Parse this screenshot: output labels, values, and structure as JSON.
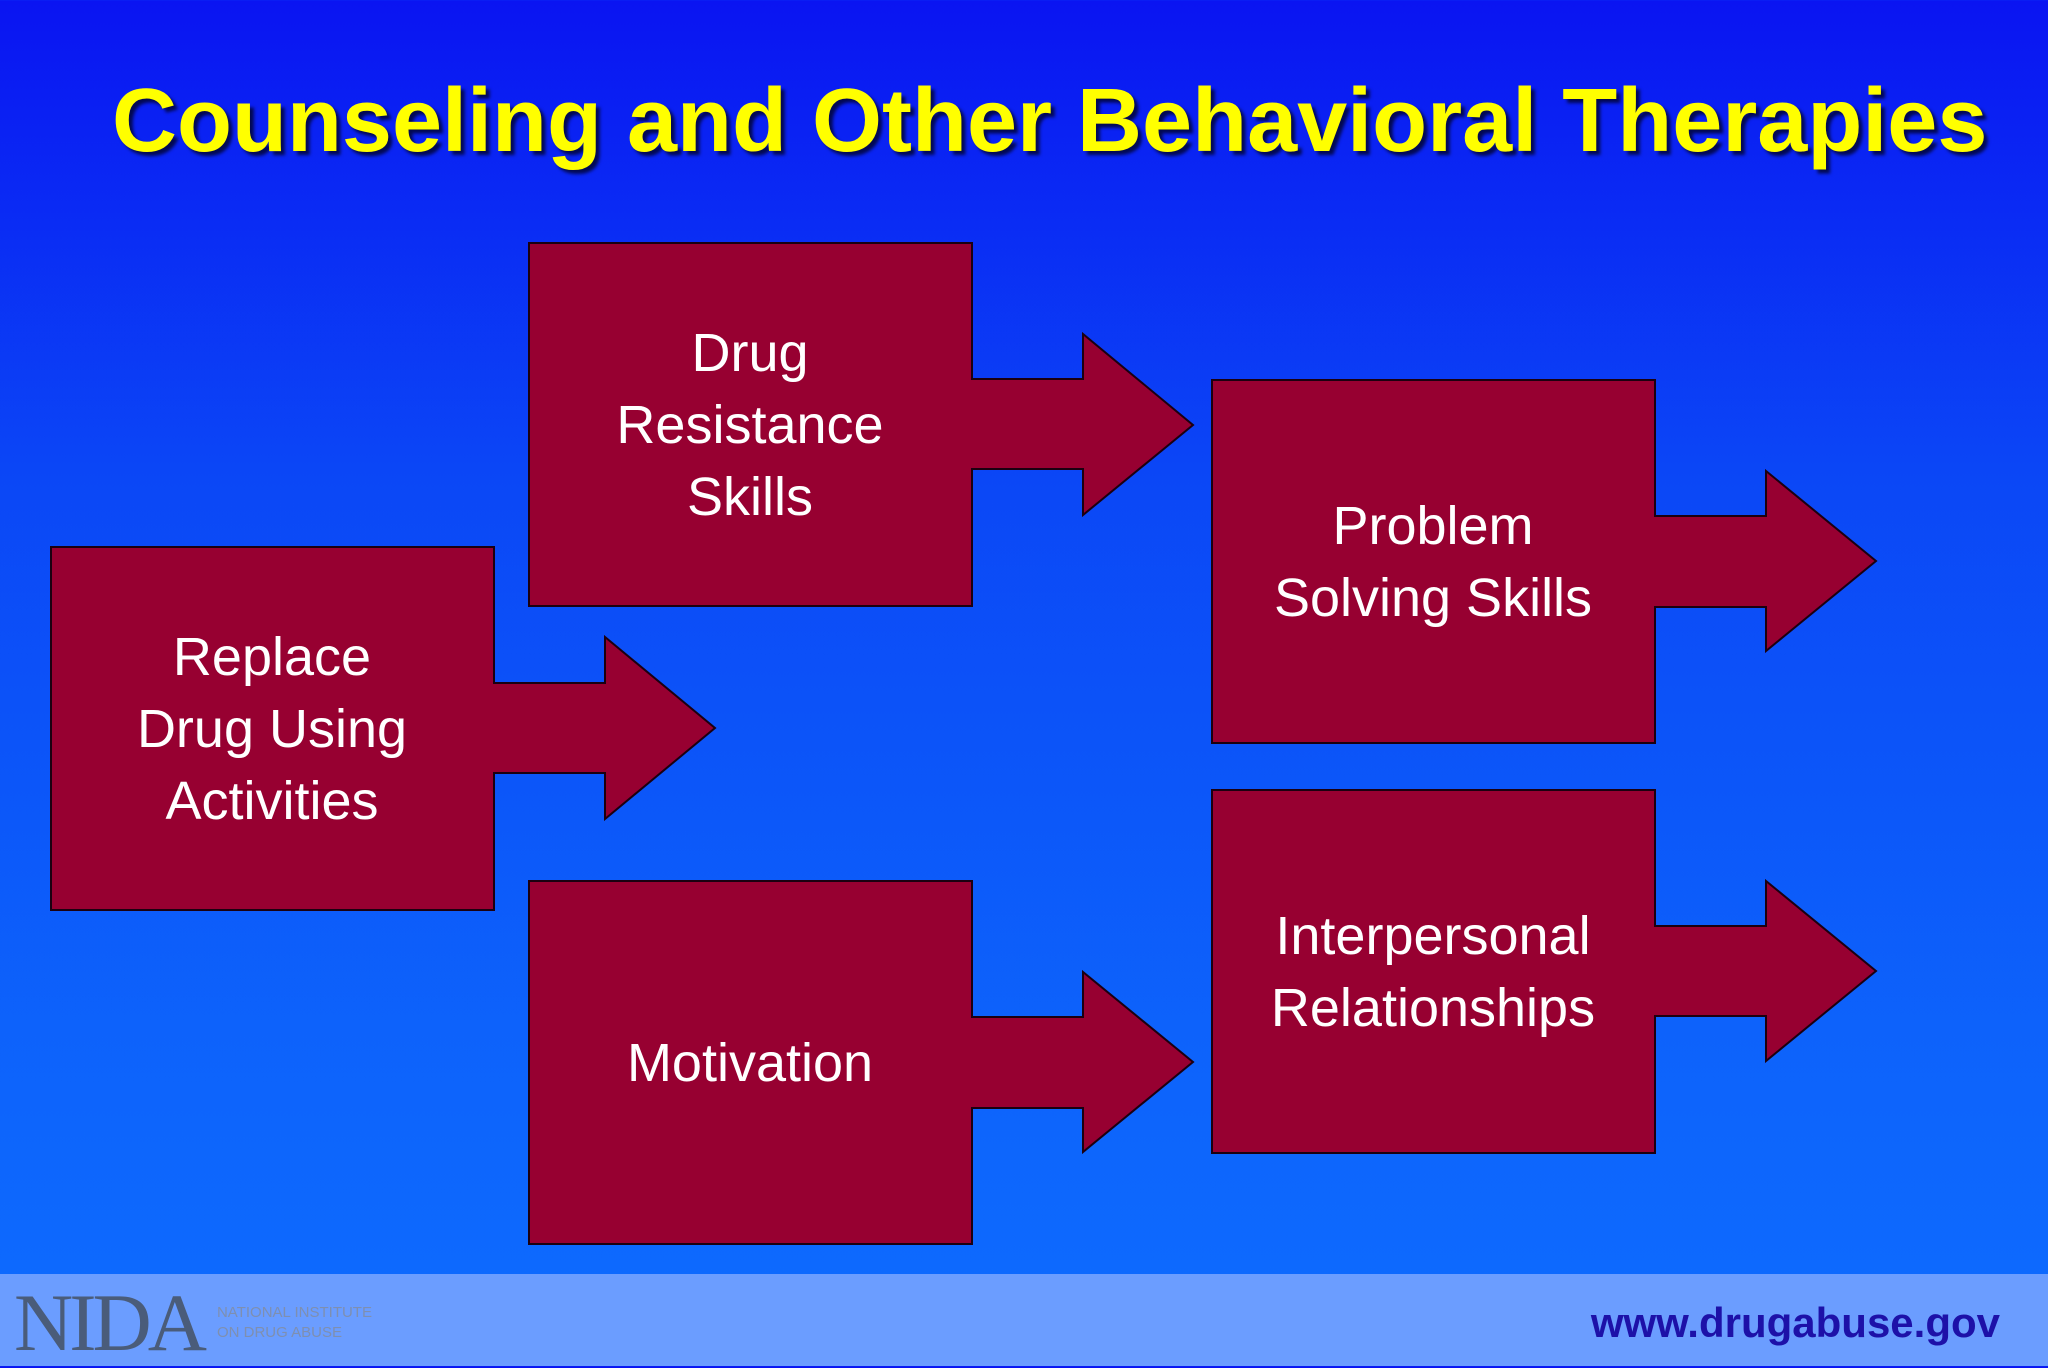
{
  "slide": {
    "title": "Counseling and Other Behavioral Therapies"
  },
  "diagram": {
    "nodes": [
      {
        "id": "replace",
        "label": "Replace\nDrug Using\nActivities"
      },
      {
        "id": "resistance",
        "label": "Drug\nResistance\nSkills"
      },
      {
        "id": "motivation",
        "label": "Motivation"
      },
      {
        "id": "problem",
        "label": "Problem\nSolving Skills"
      },
      {
        "id": "interpersonal",
        "label": "Interpersonal\nRelationships"
      }
    ],
    "colors": {
      "box_fill": "#970031",
      "title": "#ffff00",
      "background": "#0b47f6"
    }
  },
  "footer": {
    "logo_mark": "NIDA",
    "logo_lines": [
      "National Institute",
      "on Drug Abuse"
    ],
    "url": "www.drugabuse.gov"
  }
}
